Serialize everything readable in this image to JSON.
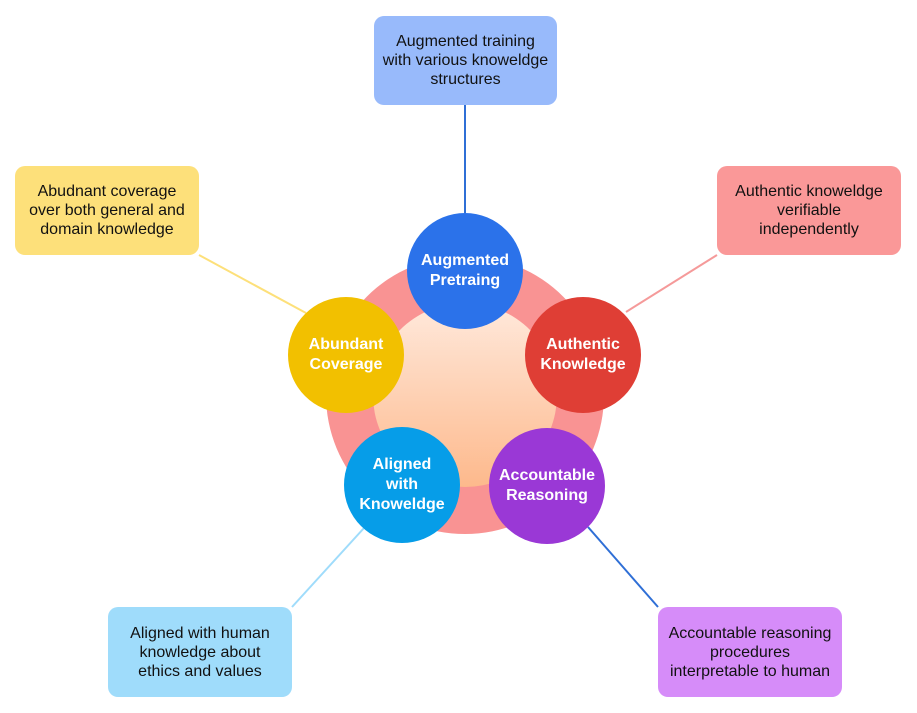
{
  "colors": {
    "ring": "#f99393",
    "center_top": "#ffe9dc",
    "center_bottom": "#fdb98c"
  },
  "nodes": [
    {
      "id": "augmented",
      "lines": [
        "Augmented",
        "Pretraing"
      ],
      "color": "#2b72ea"
    },
    {
      "id": "authentic",
      "lines": [
        "Authentic",
        "Knowledge"
      ],
      "color": "#df3e35"
    },
    {
      "id": "accountable",
      "lines": [
        "Accountable",
        "Reasoning"
      ],
      "color": "#9a38d6"
    },
    {
      "id": "aligned",
      "lines": [
        "Aligned",
        "with",
        "Knoweldge"
      ],
      "color": "#069de8"
    },
    {
      "id": "abundant",
      "lines": [
        "Abundant",
        "Coverage"
      ],
      "color": "#f2c000"
    }
  ],
  "boxes": [
    {
      "id": "augmented",
      "lines": [
        "Augmented training",
        "with various knoweldge",
        "structures"
      ],
      "bg": "#98bafb",
      "line_color": "#2f6fd6"
    },
    {
      "id": "authentic",
      "lines": [
        "Authentic knoweldge",
        "verifiable",
        "independently"
      ],
      "bg": "#fa9898",
      "line_color": "#f59a9a"
    },
    {
      "id": "accountable",
      "lines": [
        "Accountable reasoning",
        "procedures",
        "interpretable to human"
      ],
      "bg": "#d68cf9",
      "line_color": "#2f6fd6"
    },
    {
      "id": "aligned",
      "lines": [
        "Aligned with human",
        "knowledge about",
        "ethics and values"
      ],
      "bg": "#9fdcfb",
      "line_color": "#9fdcfb"
    },
    {
      "id": "abundant",
      "lines": [
        "Abudnant coverage",
        "over both general and",
        "domain knowledge"
      ],
      "bg": "#fde07a",
      "line_color": "#fde07a"
    }
  ]
}
